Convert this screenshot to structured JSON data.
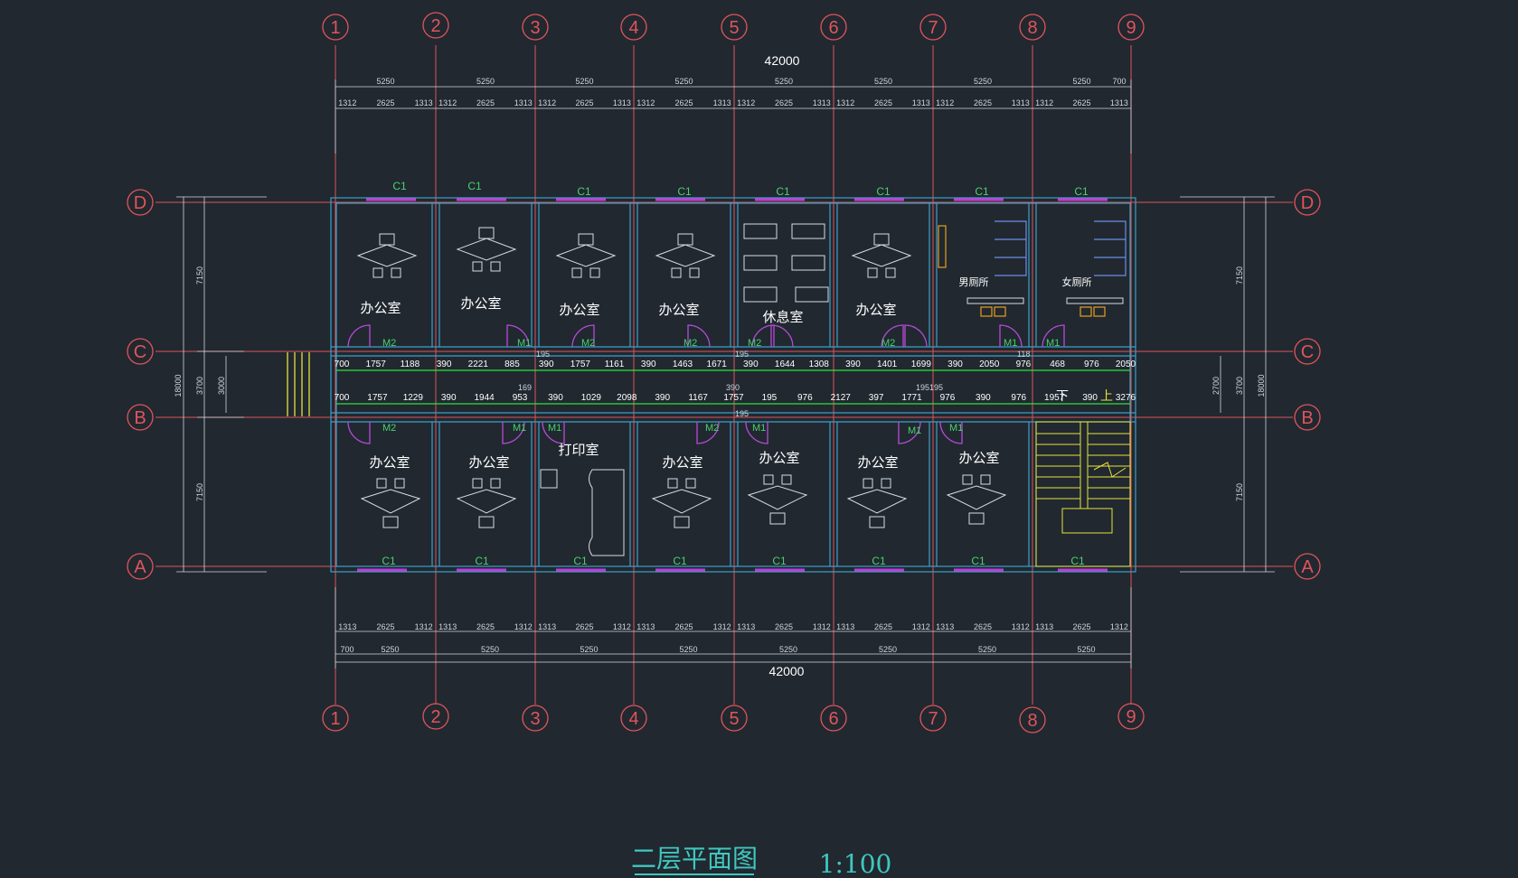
{
  "drawing": {
    "title": "二层平面图",
    "scale": "1:100",
    "overall_dim_top": "42000",
    "overall_dim_bottom": "42000"
  },
  "axes": {
    "columns": [
      "1",
      "2",
      "3",
      "4",
      "5",
      "6",
      "7",
      "8",
      "9"
    ],
    "rows": [
      "D",
      "C",
      "B",
      "A"
    ]
  },
  "dims": {
    "bay_top": [
      "5250",
      "5250",
      "5250",
      "5250",
      "5250",
      "5250",
      "5250",
      "5250"
    ],
    "bay_top_extra": "700",
    "sub_top": [
      "1312",
      "2625",
      "1313"
    ],
    "bay_bottom": [
      "5250",
      "5250",
      "5250",
      "5250",
      "5250",
      "5250",
      "5250",
      "5250"
    ],
    "bay_bottom_extra": "700",
    "left_side": [
      "7150",
      "3700",
      "7150",
      "18000",
      "3000"
    ],
    "right_side": [
      "7150",
      "3700",
      "7150",
      "18000",
      "2700"
    ],
    "corridor_row1": [
      "700",
      "1757",
      "1188",
      "390",
      "2221",
      "885",
      "390",
      "1757",
      "1161",
      "390",
      "1463",
      "1671",
      "390",
      "1644",
      "1308",
      "390",
      "1401",
      "1699",
      "390",
      "2050",
      "976",
      "468",
      "976",
      "2050"
    ],
    "corridor_row2": [
      "700",
      "1757",
      "1229",
      "390",
      "1944",
      "953",
      "390",
      "1029",
      "2098",
      "390",
      "1167",
      "1757",
      "195",
      "976",
      "2127",
      "397",
      "1771",
      "976",
      "390",
      "976",
      "1957",
      "390",
      "3276"
    ],
    "small_marks": [
      "195",
      "169",
      "390",
      "195",
      "195195",
      "118",
      "195"
    ]
  },
  "rooms": {
    "north": [
      "办公室",
      "办公室",
      "办公室",
      "办公室",
      "休息室",
      "办公室",
      "男厕所",
      "女厕所"
    ],
    "south": [
      "办公室",
      "办公室",
      "打印室",
      "办公室",
      "办公室",
      "办公室",
      "办公室"
    ]
  },
  "windows": {
    "label": "C1"
  },
  "doors": {
    "m1": "M1",
    "m2": "M2"
  },
  "stairs": {
    "down": "下",
    "up": "上"
  },
  "colors": {
    "background": "#212830",
    "axis_line": "#e0555a",
    "wall": "#3aa0c8",
    "dimension_green": "#2ee23a",
    "door": "#b64bd9",
    "window": "#c23bd9",
    "stair": "#e6e23a",
    "title": "#3fc7bf"
  }
}
